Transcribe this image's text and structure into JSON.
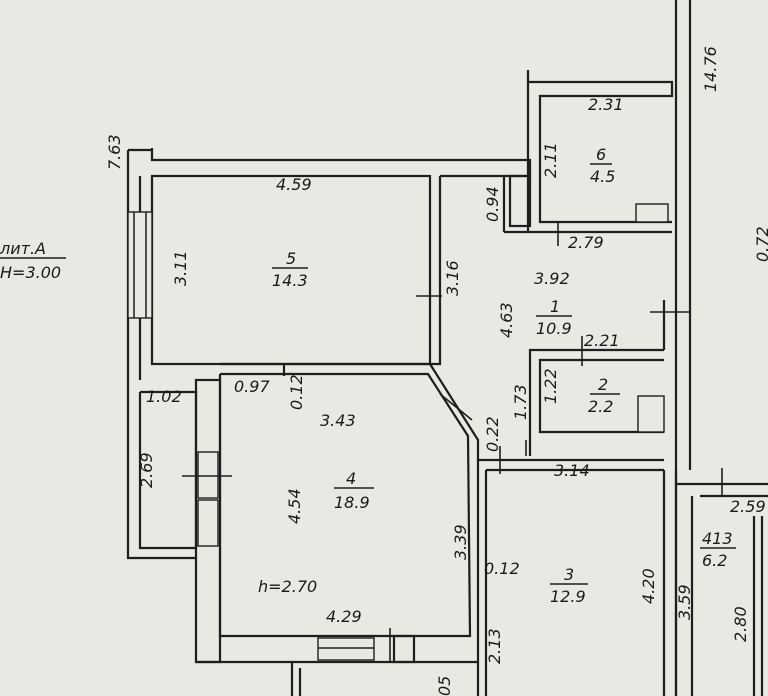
{
  "building": {
    "liter_label": "лит.А",
    "height_label": "H=3.00"
  },
  "dimensions": {
    "outer_top_right": "14.76",
    "outer_left": "7.63",
    "far_right": "0.72",
    "r6_width": "2.31",
    "r6_depth": "2.11",
    "r6_niche": "0.94",
    "r6_bottom": "2.79",
    "r5_width": "4.59",
    "r5_left": "3.11",
    "r5_right": "3.16",
    "r1_width": "3.92",
    "r1_depth": "4.63",
    "r2_width": "2.21",
    "r2_left": "1.22",
    "r2_right": "1.73",
    "balcony_width": "1.02",
    "balcony_depth": "2.69",
    "r4_corner": "0.97",
    "r4_wall": "0.12",
    "r4_top": "3.43",
    "r4_left": "4.54",
    "r4_right": "3.39",
    "r4_bottom": "4.29",
    "r4_height": "h=2.70",
    "hall_gap": "0.22",
    "r3_width": "3.14",
    "r3_wall": "0.12",
    "r3_right": "4.20",
    "r3_bottom": "2.13",
    "right_column": "3.59",
    "nb_width": "2.59",
    "nb_depth": "2.80",
    "bottom_cut": "05"
  },
  "rooms": [
    {
      "id": "r6",
      "num": "6",
      "area": "4.5"
    },
    {
      "id": "r5",
      "num": "5",
      "area": "14.3"
    },
    {
      "id": "r1",
      "num": "1",
      "area": "10.9"
    },
    {
      "id": "r2",
      "num": "2",
      "area": "2.2"
    },
    {
      "id": "r4",
      "num": "4",
      "area": "18.9"
    },
    {
      "id": "r3",
      "num": "3",
      "area": "12.9"
    },
    {
      "id": "r413",
      "num": "413",
      "area": "6.2"
    }
  ]
}
